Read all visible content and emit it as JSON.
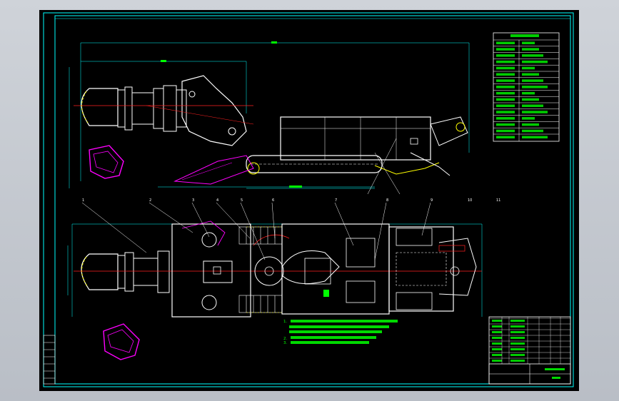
{
  "drawing": {
    "note_lines": [
      "1.",
      "2.",
      "3."
    ],
    "title_block": {
      "left_label": "",
      "center_label": "",
      "right_label": ""
    },
    "balloon_numbers": [
      "1",
      "2",
      "3",
      "4",
      "5",
      "6",
      "7",
      "8",
      "9",
      "10",
      "11"
    ]
  },
  "colors": {
    "background": "#000000",
    "border": "#00ffff",
    "outline": "#ffffff",
    "dimension": "#00ffff",
    "center_line": "#ff2020",
    "magenta": "#ff00ff",
    "yellow": "#ffff00",
    "green": "#00ff00",
    "window_frame": "#c9cdd3"
  }
}
